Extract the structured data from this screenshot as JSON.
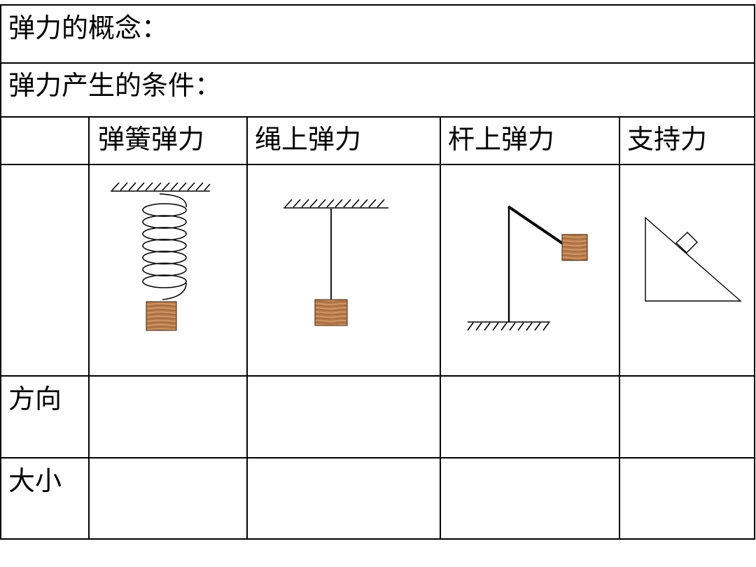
{
  "rows": {
    "concept_label": "弹力的概念：",
    "condition_label": "弹力产生的条件："
  },
  "header": {
    "cells": [
      "弹簧弹力",
      "绳上弹力",
      "杆上弹力",
      "支持力"
    ]
  },
  "row_labels": {
    "direction": "方向",
    "magnitude": "大小"
  },
  "colors": {
    "border": "#000000",
    "block_fill": "#b87a4b",
    "block_stroke": "#5a3a20"
  }
}
